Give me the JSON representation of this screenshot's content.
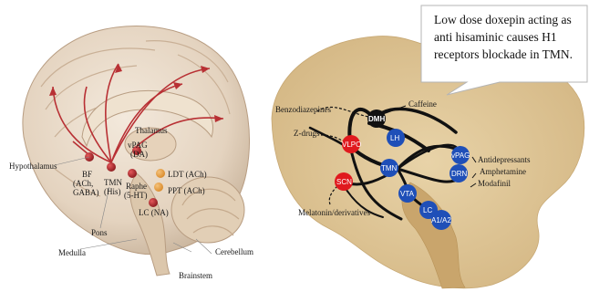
{
  "left_figure": {
    "labels": {
      "thalamus": "Thalamus",
      "hypothalamus": "Hypothalamus",
      "vpag": "vPAG",
      "vpag_sub": "(DA)",
      "ldt": "LDT (ACh)",
      "ppt": "PPT (ACh)",
      "bf": "BF",
      "bf_sub1": "(ACh,",
      "bf_sub2": "GABA)",
      "tmn": "TMN",
      "tmn_sub": "(His)",
      "raphe": "Raphe",
      "raphe_sub": "(5-HT)",
      "lc": "LC (NA)",
      "pons": "Pons",
      "medulla": "Medulla",
      "cerebellum": "Cerebellum",
      "brainstem": "Brainstem"
    }
  },
  "right_figure": {
    "callout_lines": [
      "Low dose doxepin acting as",
      "anti hisaminic causes H1",
      "receptors blockade in TMN."
    ],
    "labels": {
      "caffeine": "Caffeine",
      "benzodiazepines": "Benzodiazepines",
      "z_drugs": "Z-drugs",
      "melatonin": "Melatonin/derivatives",
      "antidepressants": "Antidepressants",
      "amphetamine": "Amphetamine",
      "modafinil": "Modafinil"
    },
    "nodes": {
      "dmh": "DMH",
      "vlpo": "VLPO",
      "scn": "SCN",
      "lh": "LH",
      "tmn": "TMN",
      "vpag": "vPAG",
      "drn": "DRN",
      "vta": "VTA",
      "lc": "LC",
      "a1a2": "A1/A2"
    },
    "colors": {
      "sleep_node": "#e0191e",
      "wake_node": "#1f4fb8",
      "dmh_node": "#111111"
    }
  }
}
